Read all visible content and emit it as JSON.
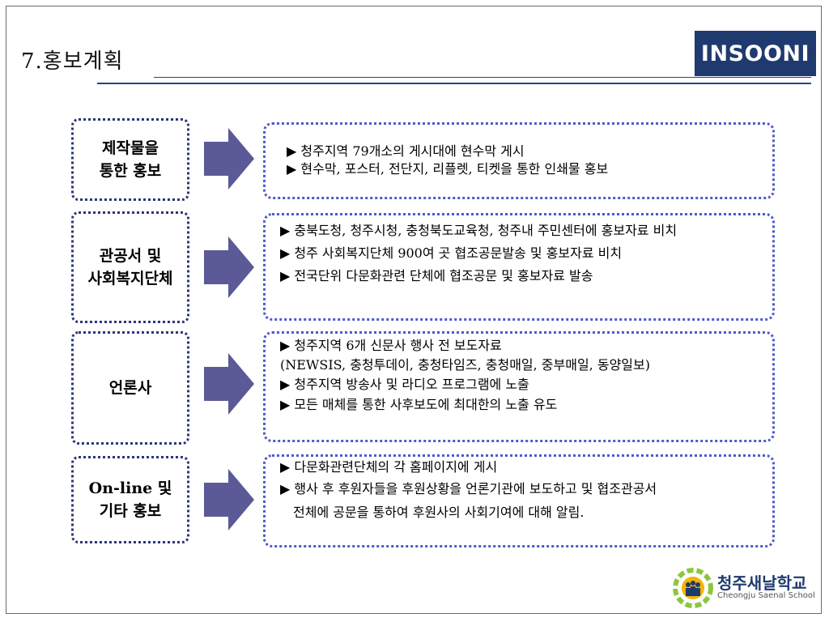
{
  "slide": {
    "title": "7.홍보계획",
    "brand": "INSOONI",
    "school": {
      "name": "청주새날학교",
      "name_en": "Cheongju Saenal School"
    }
  },
  "sections": [
    {
      "label_lines": [
        "제작물을",
        "통한 홍보"
      ],
      "items": [
        "▶ 청주지역 79개소의 게시대에 현수막 게시",
        "▶ 현수막, 포스터, 전단지, 리플렛, 티켓을 통한 인쇄물 홍보"
      ]
    },
    {
      "label_lines": [
        "관공서 및",
        "사회복지단체"
      ],
      "items": [
        "▶ 충북도청, 청주시청, 충청북도교육청, 청주내 주민센터에  홍보자료 비치",
        "▶ 청주 사회복지단체 900여 곳 협조공문발송 및 홍보자료 비치",
        "▶ 전국단위 다문화관련 단체에 협조공문 및 홍보자료 발송"
      ]
    },
    {
      "label_lines": [
        "언론사"
      ],
      "items": [
        "▶ 청주지역 6개 신문사 행사 전 보도자료",
        "(NEWSIS, 충청투데이, 충청타임즈, 충청매일, 중부매일, 동양일보)",
        "▶ 청주지역 방송사 및 라디오 프로그램에 노출",
        "▶ 모든 매체를 통한 사후보도에 최대한의 노출 유도"
      ]
    },
    {
      "label_lines": [
        "On-line 및",
        "기타 홍보"
      ],
      "items": [
        "▶ 다문화관련단체의 각 홈페이지에 게시",
        "▶ 행사 후 후원자들을 후원상황을 언론기관에 보도하고 및 협조관공서",
        "전체에 공문을 통하여 후원사의 사회기여에 대해 알림."
      ]
    }
  ],
  "colors": {
    "brand_bg": "#1f3a6e",
    "arrow": "#5b5a97",
    "label_border": "#2b3579",
    "box_border": "#4f59c9"
  }
}
